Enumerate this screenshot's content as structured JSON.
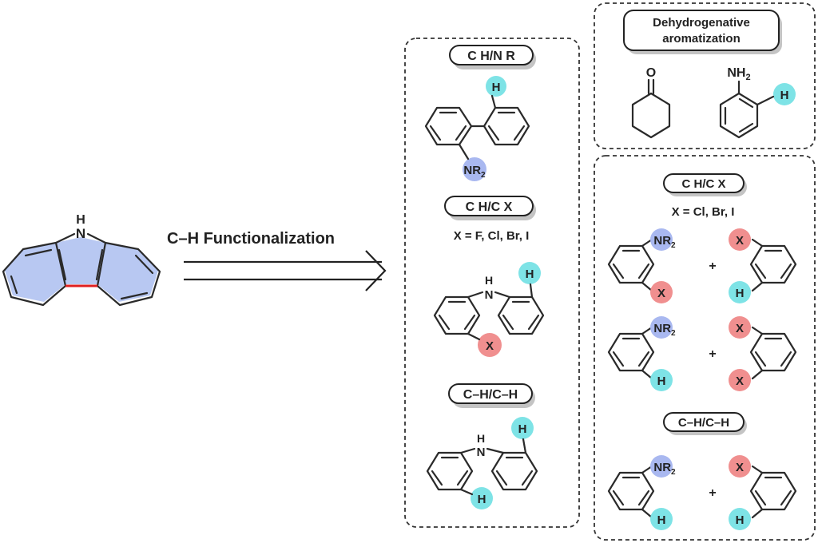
{
  "title": "Carbazole synthesis strategies via C–H functionalization",
  "colors": {
    "hydrogen_highlight": "#7ee3e6",
    "nitrogen_highlight": "#a9b8f0",
    "halogen_highlight": "#f08f8f",
    "ring_fill": "#b8c8f2",
    "key_bond": "#e02020"
  },
  "product": {
    "name": "carbazole",
    "nh_label": "H",
    "n_label": "N"
  },
  "arrow": {
    "label": "C–H Functionalization",
    "style": "retrosynthetic-double-arrow"
  },
  "left_panel": {
    "sections": [
      {
        "pill": "C H/N R",
        "substrate": "2-amino-biphenyl",
        "highlights": [
          {
            "label": "H",
            "type": "hydrogen"
          },
          {
            "label": "NR",
            "sub": "2",
            "type": "nitrogen"
          }
        ]
      },
      {
        "pill": "C H/C X",
        "condition": "X = F, Cl, Br, I",
        "substrate": "2-halo-diphenylamine",
        "nh_label": "H",
        "n_label": "N",
        "highlights": [
          {
            "label": "H",
            "type": "hydrogen"
          },
          {
            "label": "X",
            "type": "halogen"
          }
        ]
      },
      {
        "pill": "C–H/C–H",
        "substrate": "diphenylamine",
        "nh_label": "H",
        "n_label": "N",
        "highlights": [
          {
            "label": "H",
            "type": "hydrogen"
          },
          {
            "label": "H",
            "type": "hydrogen"
          }
        ]
      }
    ]
  },
  "right_top_panel": {
    "pill_line1": "Dehydrogenative",
    "pill_line2": "aromatization",
    "molecules": [
      {
        "name": "cyclohexanone",
        "label": "O"
      },
      {
        "name": "aniline",
        "label": "NH",
        "sub": "2",
        "highlight": "H"
      }
    ]
  },
  "right_bottom_panel": {
    "sections": [
      {
        "pill": "C H/C X",
        "condition": "X = Cl, Br, I",
        "plus": "+",
        "left": {
          "top": "NR",
          "top_sub": "2",
          "bottom": "X"
        },
        "right": {
          "top": "X",
          "bottom": "H"
        }
      },
      {
        "plus": "+",
        "left": {
          "top": "NR",
          "top_sub": "2",
          "bottom": "H"
        },
        "right": {
          "top": "X",
          "bottom": "X"
        }
      },
      {
        "pill": "C–H/C–H",
        "plus": "+",
        "left": {
          "top": "NR",
          "top_sub": "2",
          "bottom": "H"
        },
        "right": {
          "top": "X",
          "bottom": "H"
        }
      }
    ]
  }
}
